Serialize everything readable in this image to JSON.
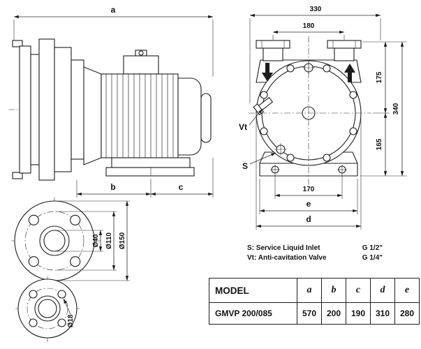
{
  "side_view": {
    "dims": {
      "a": "a",
      "b": "b",
      "c": "c"
    }
  },
  "front_view": {
    "dims": {
      "w330": "330",
      "w180": "180",
      "h175": "175",
      "h165": "165",
      "h340": "340",
      "w170": "170",
      "e": "e",
      "d": "d"
    },
    "labels": {
      "vt": "Vt",
      "s": "S"
    }
  },
  "flange_main": {
    "dims": {
      "d40": "Ø40",
      "d110": "Ø110",
      "d150": "Ø150"
    }
  },
  "flange_small": {
    "dims": {
      "d18": "Ø18"
    }
  },
  "notes": {
    "s_label": "S: Service Liquid Inlet",
    "s_size": "G 1/2\"",
    "vt_label": "Vt: Anti-cavitation Valve",
    "vt_size": "G 1/4\""
  },
  "table": {
    "headers": {
      "model": "MODEL",
      "a": "a",
      "b": "b",
      "c": "c",
      "d": "d",
      "e": "e"
    },
    "row": {
      "model": "GMVP 200/085",
      "a": "570",
      "b": "200",
      "c": "190",
      "d": "310",
      "e": "280"
    }
  }
}
